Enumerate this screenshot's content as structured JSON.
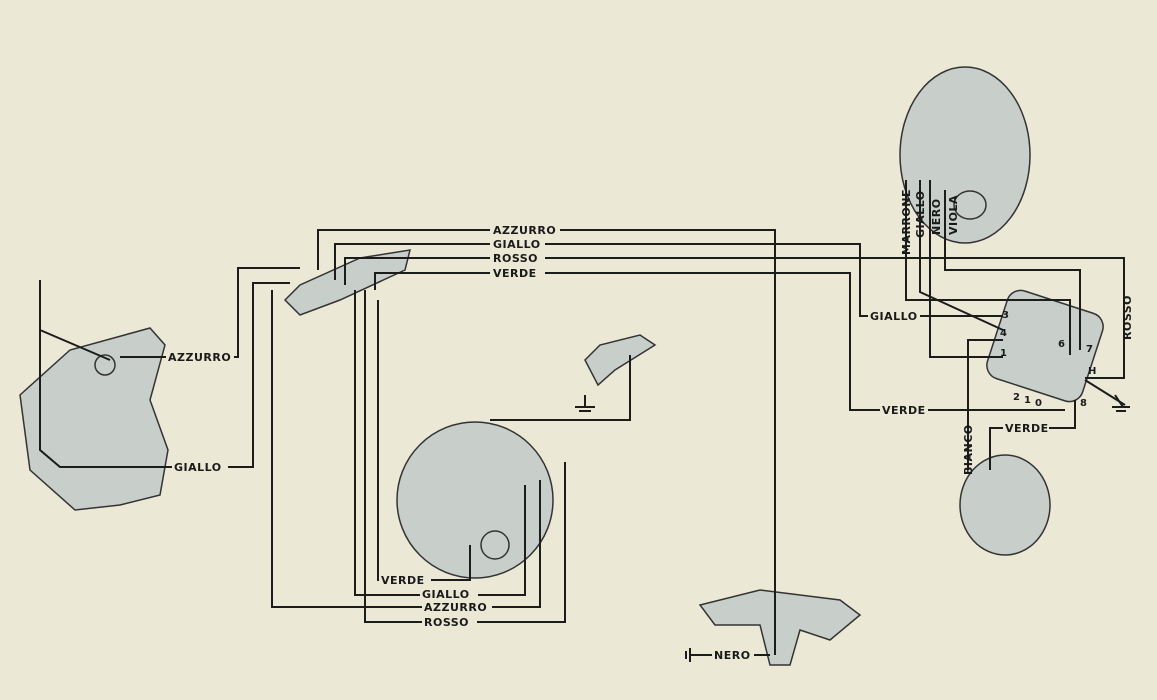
{
  "colors": {
    "background": "#ebe8d6",
    "component": "#c8ceca",
    "wire": "#1c1c1c"
  },
  "bus": {
    "azzurro": "AZZURRO",
    "giallo": "GIALLO",
    "rosso": "ROSSO",
    "verde": "VERDE"
  },
  "left": {
    "azzurro": "AZZURRO",
    "giallo": "GIALLO"
  },
  "bottom": {
    "verde": "VERDE",
    "giallo": "GIALLO",
    "azzurro": "AZZURRO",
    "rosso": "ROSSO",
    "nero": "NERO"
  },
  "headlight": {
    "marrone": "MARRONE",
    "giallo": "GIALLO",
    "nero": "NERO",
    "viola": "VIOLA"
  },
  "switch": {
    "giallo": "GIALLO",
    "rosso": "ROSSO",
    "verde": "VERDE",
    "verde2": "VERDE",
    "bianco": "BIANCO",
    "terminals": [
      "3",
      "4",
      "1",
      "6",
      "7",
      "H",
      "8"
    ],
    "positions": [
      "2",
      "1",
      "0"
    ]
  }
}
